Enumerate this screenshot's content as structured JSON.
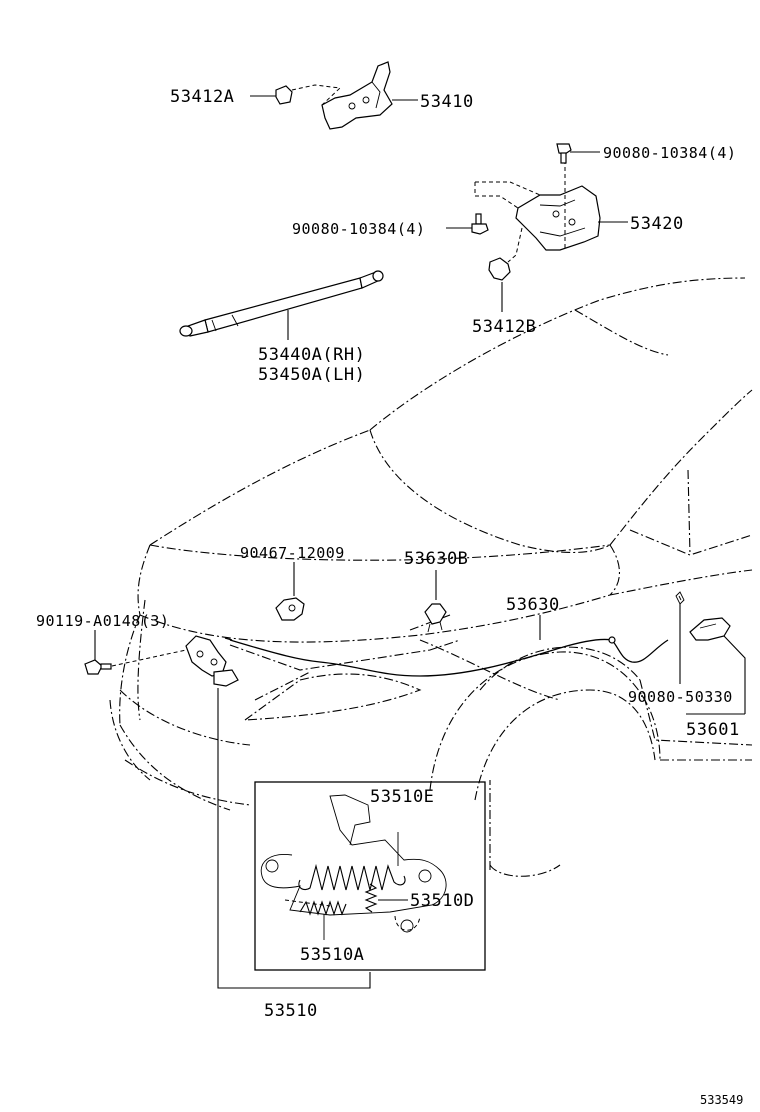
{
  "labels": {
    "p53412A": "53412A",
    "p53410": "53410",
    "p90080_top": "90080-10384(4)",
    "p90080_mid": "90080-10384(4)",
    "p53420": "53420",
    "p53412B": "53412B",
    "p53440A": "53440A(RH)",
    "p53450A": "53450A(LH)",
    "p90467": "90467-12009",
    "p53630B": "53630B",
    "p90119": "90119-A0148(3)",
    "p53630": "53630",
    "p90080_50330": "90080-50330",
    "p53601": "53601",
    "p53510E": "53510E",
    "p53510D": "53510D",
    "p53510A": "53510A",
    "p53510": "53510"
  },
  "footer": {
    "illustration_id": "533549"
  }
}
